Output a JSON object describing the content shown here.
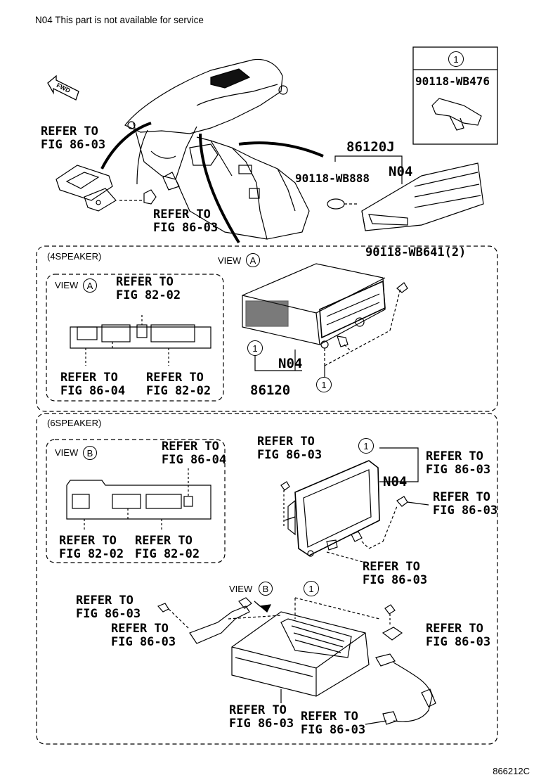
{
  "note": "N04 This part is not available for service",
  "figure_id": "866212C",
  "common": {
    "refer_to": "REFER TO",
    "fig_86_03": "FIG 86-03",
    "fig_86_04": "FIG 86-04",
    "fig_82_02": "FIG 82-02",
    "n04": "N04",
    "circle_1": "1",
    "view": "VIEW",
    "view_a": "A",
    "view_b": "B",
    "fwd": "FWD"
  },
  "parts": {
    "p_86120j": "86120J",
    "p_90118_wb888": "90118-WB888",
    "p_90118_wb476": "90118-WB476",
    "p_90118_wb641": "90118-WB641(2)",
    "p_86120": "86120"
  },
  "sections": {
    "four_speaker": "(4SPEAKER)",
    "six_speaker": "(6SPEAKER)"
  }
}
